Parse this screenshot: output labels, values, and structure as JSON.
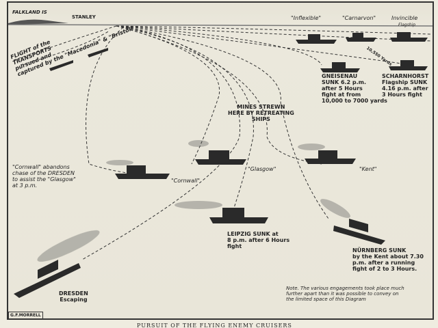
{
  "labels": {
    "falkland": "FALKLAND IS",
    "stanley": "STANLEY",
    "inflexible": "\"Inflexible\"",
    "carnarvon": "\"Carnarvon\"",
    "invincible": "Invincible",
    "invincible_sub": "Flagship",
    "range": "10,550 Yards",
    "transports": "FLIGHT of the\nTRANSPORTS\npursued and\ncaptured by the \"Macedonia\" & \"Bristol\"",
    "gneisenau": "GNEISENAU\nSUNK 6.2 p.m.\nafter 5 Hours\nfight at from\n10,000 to 7000 yards",
    "scharnhorst": "SCHARNHORST\nFlagship SUNK\n4.16 p.m. after\n3 Hours fight",
    "mines": "MINES STREWN\nHERE BY RETREATING\nSHIPS",
    "cornwall_note": "\"Cornwall\" abandons\nchase of the DRESDEN\nto assist the \"Glasgow\"\nat 3 p.m.",
    "cornwall": "\"Cornwall\"",
    "glasgow": "\"Glasgow\"",
    "kent": "\"Kent\"",
    "leipzig": "LEIPZIG SUNK at\n8 p.m. after 6 Hours\nfight",
    "nurnberg": "NÜRNBERG SUNK\nby the Kent about 7.30\np.m. after a running\nfight of 2 to 3 Hours.",
    "dresden": "DRESDEN\nEscaping",
    "note": "Note. The various engagements took place much\nfurther apart than it was possible to convey on\nthe limited space of this Diagram",
    "signature": "G.F.MORRELL",
    "caption": "PURSUIT OF THE FLYING ENEMY CRUISERS"
  }
}
